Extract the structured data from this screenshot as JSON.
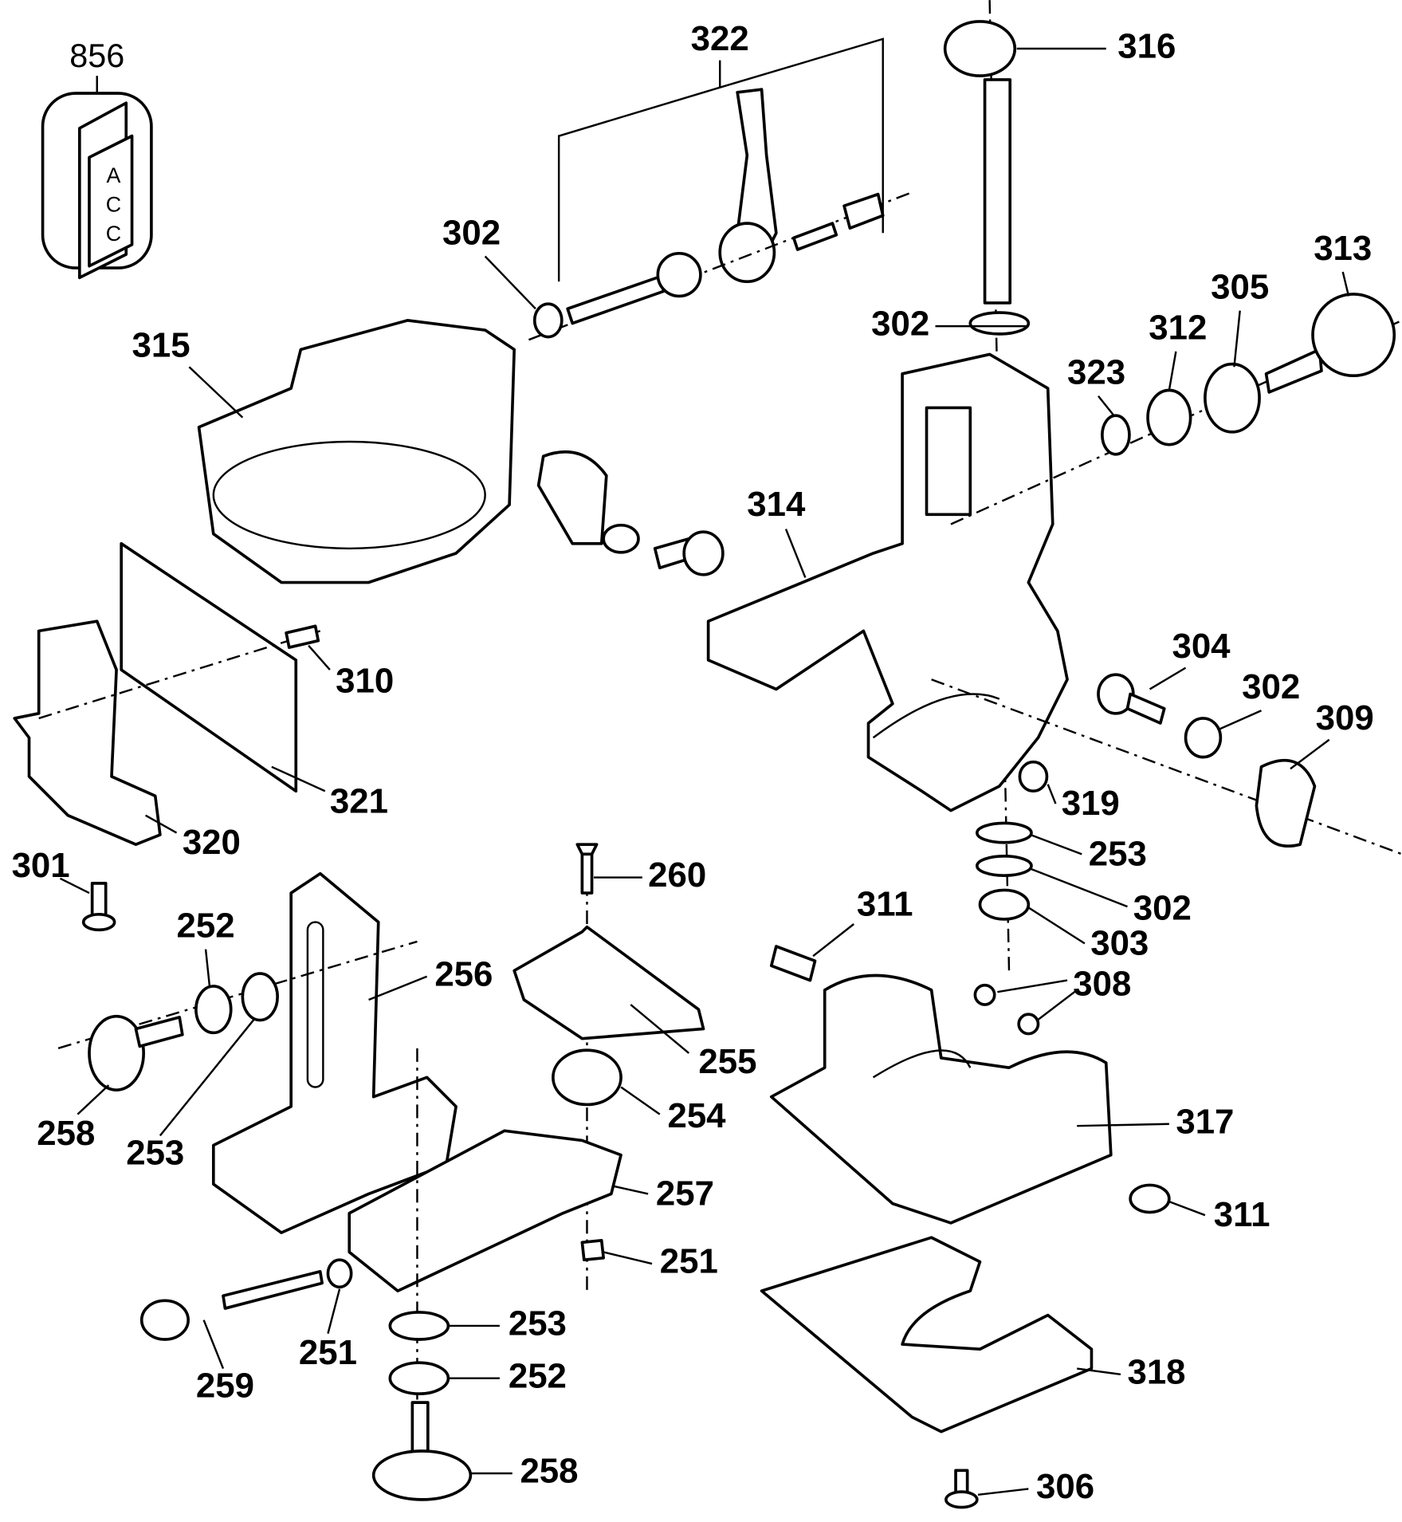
{
  "diagram": {
    "type": "exploded-parts-diagram",
    "badge": {
      "number": "856",
      "text": [
        "A",
        "C",
        "C"
      ]
    },
    "labels": [
      "322",
      "316",
      "302",
      "313",
      "305",
      "302",
      "312",
      "323",
      "315",
      "314",
      "310",
      "321",
      "320",
      "304",
      "302",
      "309",
      "319",
      "253",
      "302",
      "303",
      "301",
      "260",
      "311",
      "308",
      "252",
      "256",
      "255",
      "254",
      "317",
      "258",
      "253",
      "257",
      "311",
      "251",
      "253",
      "318",
      "259",
      "251",
      "252",
      "258",
      "306"
    ]
  }
}
